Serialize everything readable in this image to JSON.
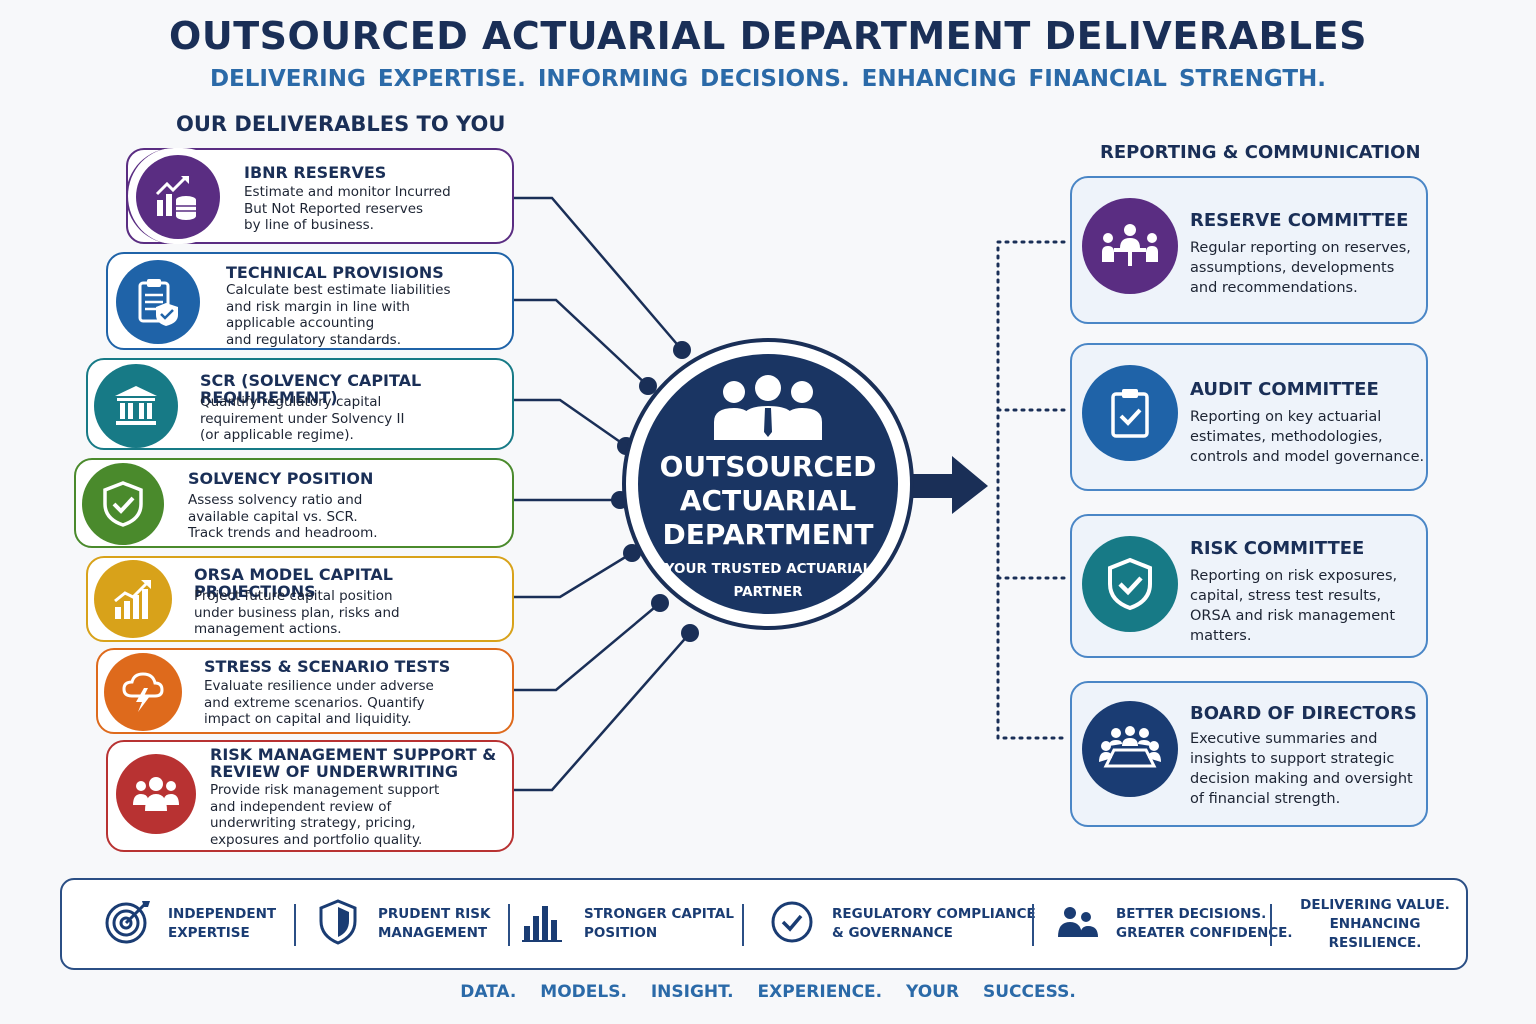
{
  "header": {
    "title": "OUTSOURCED ACTUARIAL DEPARTMENT DELIVERABLES",
    "subtitle": "DELIVERING EXPERTISE.  INFORMING DECISIONS.  ENHANCING FINANCIAL STRENGTH."
  },
  "left_section": {
    "heading": "OUR DELIVERABLES TO YOU",
    "cards": [
      {
        "title": "IBNR RESERVES",
        "desc": "Estimate and monitor Incurred\nBut Not Reported reserves\nby line of business.",
        "color": "#5a2d82",
        "icon": "bar-chart-coins-icon"
      },
      {
        "title": "TECHNICAL PROVISIONS",
        "desc": "Calculate best estimate liabilities\nand risk margin in line with\napplicable accounting\nand regulatory standards.",
        "color": "#1f63a8",
        "icon": "clipboard-shield-icon"
      },
      {
        "title": "SCR (SOLVENCY CAPITAL REQUIREMENT)",
        "desc": "Quantify regulatory capital\nrequirement under Solvency II\n(or applicable regime).",
        "color": "#177a86",
        "icon": "bank-building-icon"
      },
      {
        "title": "SOLVENCY POSITION",
        "desc": "Assess solvency ratio and\navailable capital vs. SCR.\nTrack trends and headroom.",
        "color": "#4a8a2c",
        "icon": "shield-check-icon"
      },
      {
        "title": "ORSA MODEL CAPITAL PROJECTIONS",
        "desc": "Project future capital position\nunder business plan, risks and\nmanagement actions.",
        "color": "#d8a21a",
        "icon": "growth-chart-icon"
      },
      {
        "title": "STRESS & SCENARIO TESTS",
        "desc": "Evaluate resilience under adverse\nand extreme scenarios.  Quantify\nimpact on capital and liquidity.",
        "color": "#de6a1c",
        "icon": "storm-cloud-icon"
      },
      {
        "title": "RISK MANAGEMENT SUPPORT &\nREVIEW OF UNDERWRITING",
        "desc": "Provide risk management support\nand independent review of\nunderwriting strategy, pricing,\nexposures and portfolio quality.",
        "color": "#b83232",
        "icon": "people-group-icon"
      }
    ]
  },
  "center": {
    "title": "OUTSOURCED\nACTUARIAL\nDEPARTMENT",
    "subtitle": "YOUR TRUSTED ACTUARIAL\nPARTNER",
    "color": "#1a3563"
  },
  "right_section": {
    "heading": "REPORTING & COMMUNICATION",
    "cards": [
      {
        "title": "RESERVE COMMITTEE",
        "desc": "Regular reporting on reserves,\nassumptions, developments\nand recommendations.",
        "color": "#5a2d82",
        "icon": "meeting-table-icon"
      },
      {
        "title": "AUDIT COMMITTEE",
        "desc": "Reporting on key actuarial\nestimates, methodologies,\ncontrols and model governance.",
        "color": "#1f63a8",
        "icon": "clipboard-check-icon"
      },
      {
        "title": "RISK COMMITTEE",
        "desc": "Reporting on risk exposures,\ncapital, stress test results,\nORSA and risk management\nmatters.",
        "color": "#177a86",
        "icon": "shield-check-icon"
      },
      {
        "title": "BOARD OF DIRECTORS",
        "desc": "Executive summaries and\ninsights to support strategic\ndecision making and oversight\nof financial strength.",
        "color": "#1a3c73",
        "icon": "boardroom-icon"
      }
    ]
  },
  "banner": {
    "items": [
      {
        "label": "INDEPENDENT\nEXPERTISE",
        "icon": "target-icon"
      },
      {
        "label": "PRUDENT RISK\nMANAGEMENT",
        "icon": "shield-icon"
      },
      {
        "label": "STRONGER CAPITAL\nPOSITION",
        "icon": "bar-chart-icon"
      },
      {
        "label": "REGULATORY COMPLIANCE\n& GOVERNANCE",
        "icon": "check-circle-icon"
      },
      {
        "label": "BETTER DECISIONS.\nGREATER CONFIDENCE.",
        "icon": "people-icon"
      },
      {
        "label": "DELIVERING VALUE.\nENHANCING RESILIENCE.",
        "icon": ""
      }
    ]
  },
  "footer": "DATA.  MODELS.  INSIGHT.  EXPERIENCE.  YOUR SUCCESS."
}
